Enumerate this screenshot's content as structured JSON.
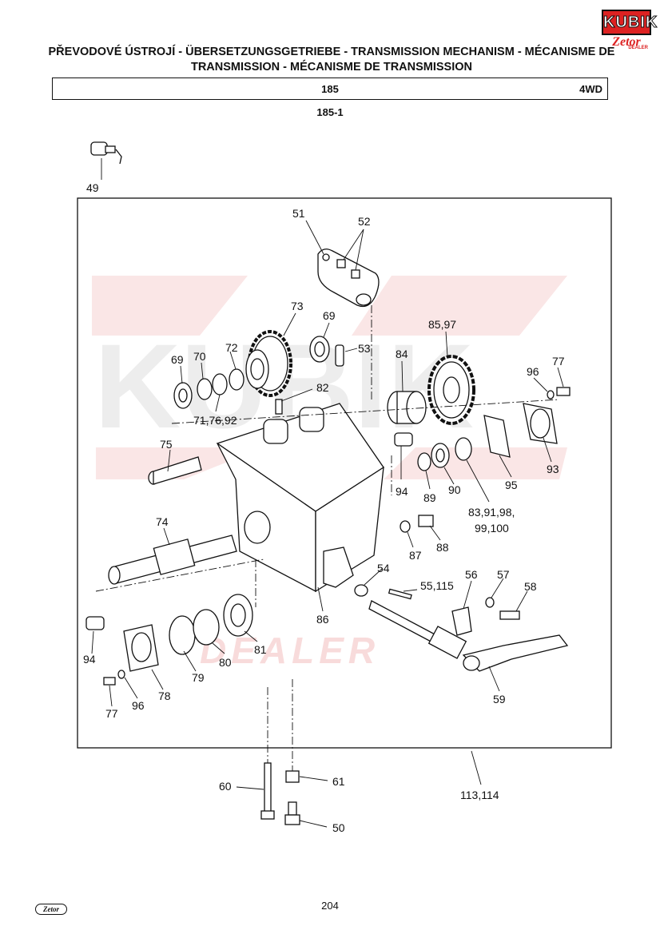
{
  "brand": {
    "logo_text": "KUBIK",
    "logo_sub": "Zetor",
    "logo_dealer": "DEALER",
    "footer_logo": "Zetor"
  },
  "title": "PŘEVODOVÉ ÚSTROJÍ - ÜBERSETZUNGSGETRIEBE - TRANSMISSION MECHANISM - MÉCANISME DE TRANSMISSION - MÉCANISME DE TRANSMISSION",
  "header": {
    "group": "185",
    "variant": "4WD"
  },
  "subref": "185-1",
  "page_number": "204",
  "watermark": {
    "line1": "KUBIK",
    "line2": "DEALER"
  },
  "parts": [
    {
      "label": "49"
    },
    {
      "label": "51"
    },
    {
      "label": "52"
    },
    {
      "label": "73"
    },
    {
      "label": "69"
    },
    {
      "label": "53"
    },
    {
      "label": "85,97"
    },
    {
      "label": "69"
    },
    {
      "label": "70"
    },
    {
      "label": "72"
    },
    {
      "label": "84"
    },
    {
      "label": "77"
    },
    {
      "label": "96"
    },
    {
      "label": "82"
    },
    {
      "label": "71,76,92"
    },
    {
      "label": "75"
    },
    {
      "label": "94"
    },
    {
      "label": "89"
    },
    {
      "label": "90"
    },
    {
      "label": "95"
    },
    {
      "label": "93"
    },
    {
      "label": "83,91,98,"
    },
    {
      "label": "99,100"
    },
    {
      "label": "74"
    },
    {
      "label": "87"
    },
    {
      "label": "88"
    },
    {
      "label": "54"
    },
    {
      "label": "55,115"
    },
    {
      "label": "56"
    },
    {
      "label": "57"
    },
    {
      "label": "58"
    },
    {
      "label": "86"
    },
    {
      "label": "94"
    },
    {
      "label": "81"
    },
    {
      "label": "80"
    },
    {
      "label": "79"
    },
    {
      "label": "78"
    },
    {
      "label": "77"
    },
    {
      "label": "96"
    },
    {
      "label": "59"
    },
    {
      "label": "60"
    },
    {
      "label": "61"
    },
    {
      "label": "113,114"
    },
    {
      "label": "50"
    }
  ]
}
